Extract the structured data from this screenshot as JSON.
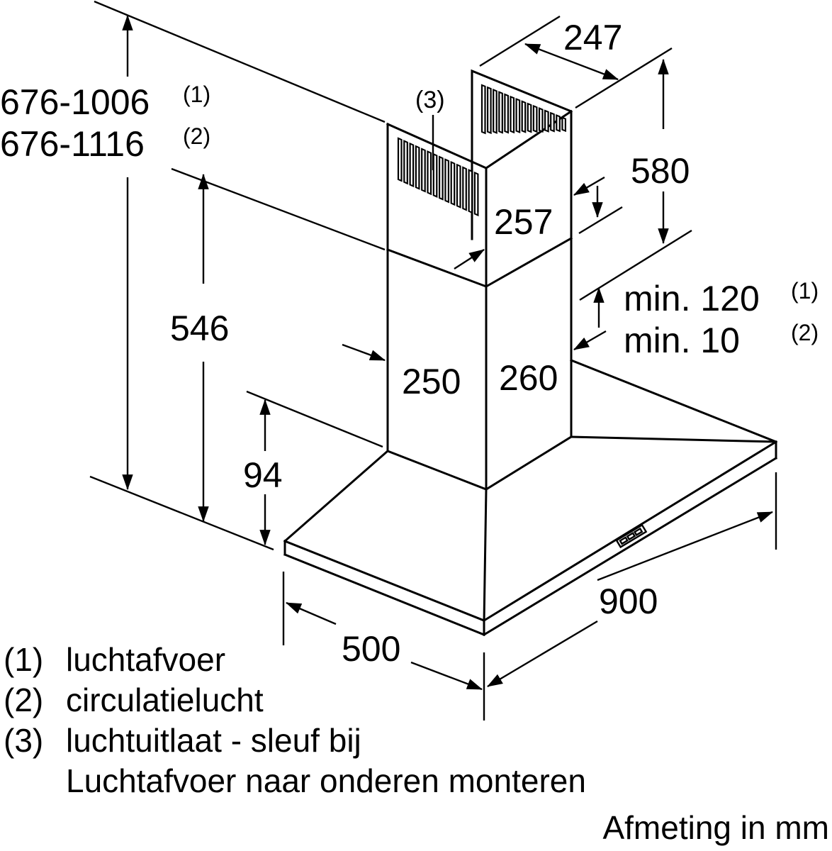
{
  "diagram": {
    "subject": "Wall-mounted chimney cooker hood dimension drawing",
    "line_color": "#000000",
    "background_color": "#ffffff"
  },
  "dimensions": {
    "total_height_1": "676-1006",
    "total_height_1_note": "(1)",
    "total_height_2": "676-1116",
    "total_height_2_note": "(2)",
    "chimney_depth_top": "247",
    "chimney_upper_height": "580",
    "chimney_width_upper": "257",
    "hood_body_height": "546",
    "chimney_width_lower": "250",
    "chimney_depth_lower": "260",
    "min_gap_1": "min. 120",
    "min_gap_1_note": "(1)",
    "min_gap_2": "min. 10",
    "min_gap_2_note": "(2)",
    "canopy_height": "94",
    "depth": "500",
    "width": "900"
  },
  "callouts": {
    "air_outlet_marker": "(3)"
  },
  "legend": {
    "items": [
      {
        "marker": "(1)",
        "label": "luchtafvoer"
      },
      {
        "marker": "(2)",
        "label": "circulatielucht"
      },
      {
        "marker": "(3)",
        "label": "luchtuitlaat - sleuf bij"
      }
    ],
    "continuation": "Luchtafvoer naar onderen monteren",
    "unit_note": "Afmeting in mm"
  }
}
